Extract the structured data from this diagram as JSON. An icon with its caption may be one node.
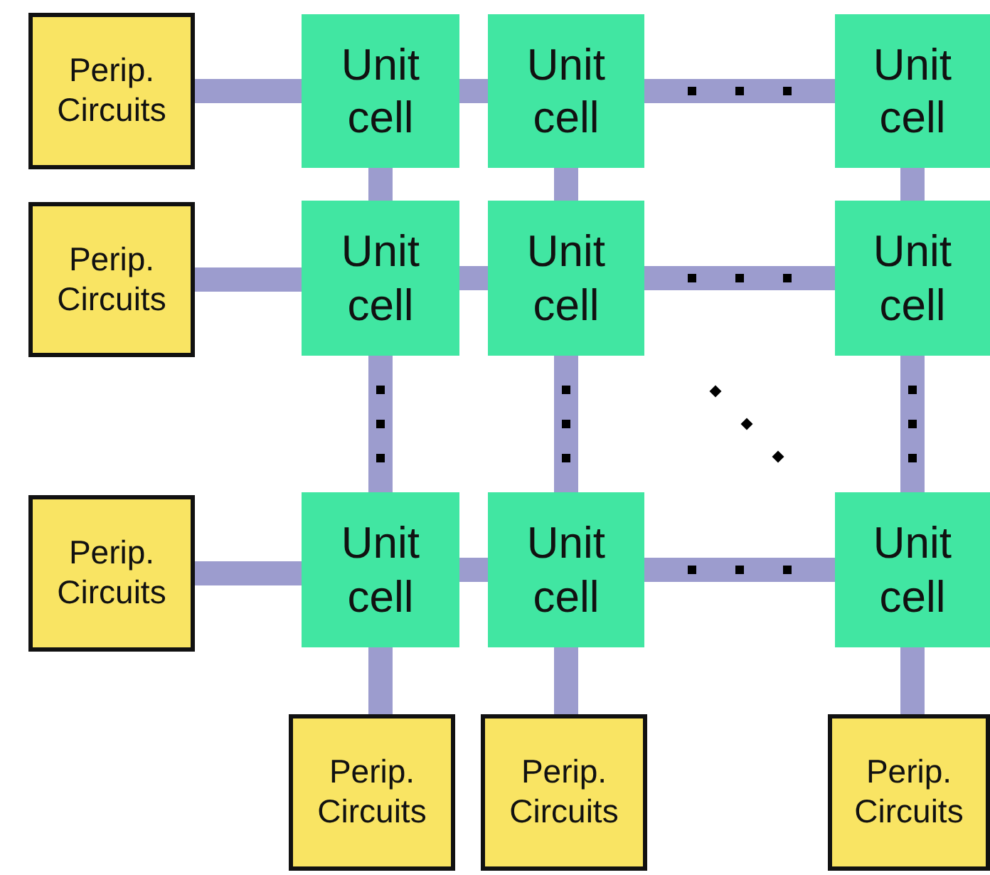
{
  "diagram": {
    "nodes": [
      {
        "text": [
          "Perip. Circuits"
        ]
      },
      {
        "text": [
          "Unit cell"
        ]
      },
      {
        "text": [
          "Unit cell"
        ]
      },
      {
        "text": [
          "Unit cell"
        ]
      },
      {
        "text": [
          "Perip. Circuits"
        ]
      },
      {
        "text": [
          "Unit cell"
        ]
      },
      {
        "text": [
          "Unit cell"
        ]
      },
      {
        "text": [
          "Unit cell"
        ]
      },
      {
        "text": [
          "Perip. Circuits"
        ]
      },
      {
        "text": [
          "Unit cell"
        ]
      },
      {
        "text": [
          "Unit cell"
        ]
      },
      {
        "text": [
          "Unit cell"
        ]
      },
      {
        "text": [
          "Perip. Circuits"
        ]
      },
      {
        "text": [
          "Perip. Circuits"
        ]
      },
      {
        "text": [
          "Perip. Circuits"
        ]
      }
    ],
    "edges": [
      {
        "from": 0,
        "to": 1,
        "arrow": "none"
      },
      {
        "from": 1,
        "to": 2,
        "arrow": "none"
      },
      {
        "from": 2,
        "to": 3,
        "arrow": "none"
      },
      {
        "from": 4,
        "to": 5,
        "arrow": "none"
      },
      {
        "from": 5,
        "to": 6,
        "arrow": "none"
      },
      {
        "from": 6,
        "to": 7,
        "arrow": "none"
      },
      {
        "from": 8,
        "to": 9,
        "arrow": "none"
      },
      {
        "from": 9,
        "to": 10,
        "arrow": "none"
      },
      {
        "from": 10,
        "to": 11,
        "arrow": "none"
      },
      {
        "from": 1,
        "to": 5,
        "arrow": "none"
      },
      {
        "from": 2,
        "to": 6,
        "arrow": "none"
      },
      {
        "from": 3,
        "to": 7,
        "arrow": "none"
      },
      {
        "from": 5,
        "to": 9,
        "arrow": "none"
      },
      {
        "from": 6,
        "to": 10,
        "arrow": "none"
      },
      {
        "from": 7,
        "to": 11,
        "arrow": "none"
      },
      {
        "from": 9,
        "to": 12,
        "arrow": "none"
      },
      {
        "from": 10,
        "to": 13,
        "arrow": "none"
      },
      {
        "from": 11,
        "to": 14,
        "arrow": "none"
      }
    ]
  }
}
